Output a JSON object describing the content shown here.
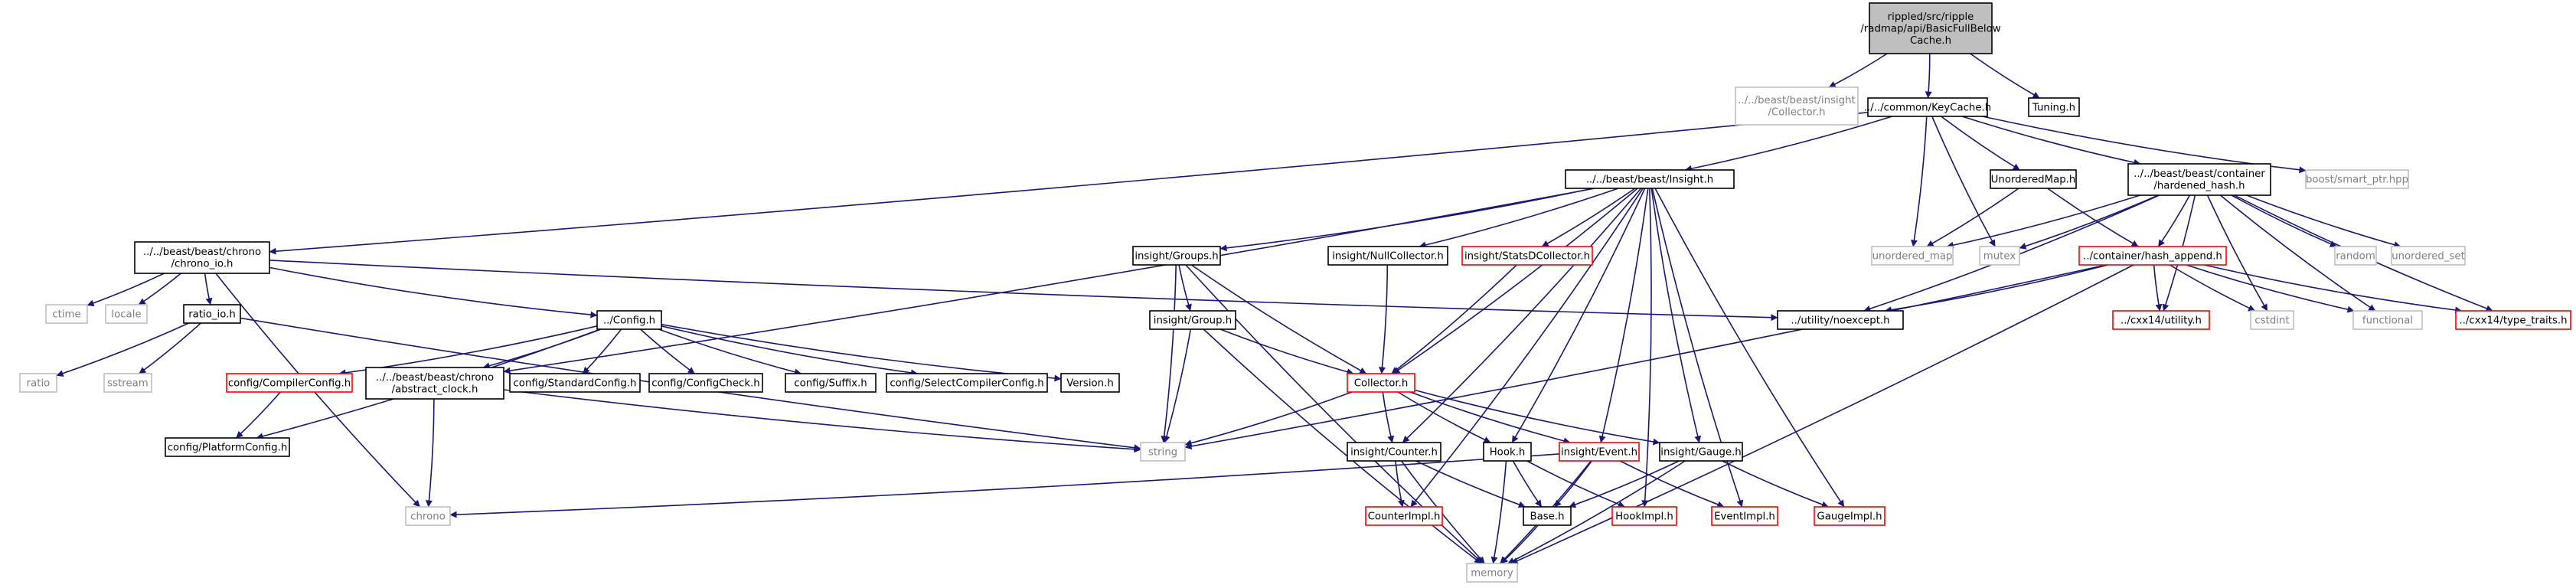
{
  "colors": {
    "edge": "#191970",
    "node_border": "#000000",
    "node_border_external": "#bfbfbf",
    "node_border_truncated": "#ff0000",
    "root_fill": "#bfbfbf",
    "text": "#000000",
    "text_external": "#808080"
  },
  "nodes": [
    {
      "id": "root",
      "label": [
        "rippled/src/ripple",
        "/radmap/api/BasicFullBelow",
        "Cache.h"
      ],
      "kind": "root"
    },
    {
      "id": "insight_collector_top",
      "label": [
        "../../beast/beast/insight",
        "/Collector.h"
      ],
      "kind": "external"
    },
    {
      "id": "keycache",
      "label": [
        "../../common/KeyCache.h"
      ],
      "kind": "normal"
    },
    {
      "id": "tuning",
      "label": [
        "Tuning.h"
      ],
      "kind": "normal"
    },
    {
      "id": "insight_h",
      "label": [
        "../../beast/beast/Insight.h"
      ],
      "kind": "normal"
    },
    {
      "id": "unorderedmap_h",
      "label": [
        "UnorderedMap.h"
      ],
      "kind": "normal"
    },
    {
      "id": "hardened_hash",
      "label": [
        "../../beast/beast/container",
        "/hardened_hash.h"
      ],
      "kind": "normal"
    },
    {
      "id": "boost_smart_ptr",
      "label": [
        "boost/smart_ptr.hpp"
      ],
      "kind": "external"
    },
    {
      "id": "chrono_io",
      "label": [
        "../../beast/beast/chrono",
        "/chrono_io.h"
      ],
      "kind": "normal"
    },
    {
      "id": "insight_groups",
      "label": [
        "insight/Groups.h"
      ],
      "kind": "normal"
    },
    {
      "id": "insight_nullcollector",
      "label": [
        "insight/NullCollector.h"
      ],
      "kind": "normal"
    },
    {
      "id": "insight_statsd",
      "label": [
        "insight/StatsDCollector.h"
      ],
      "kind": "truncated"
    },
    {
      "id": "unordered_map",
      "label": [
        "unordered_map"
      ],
      "kind": "external"
    },
    {
      "id": "mutex",
      "label": [
        "mutex"
      ],
      "kind": "external"
    },
    {
      "id": "hash_append",
      "label": [
        "../container/hash_append.h"
      ],
      "kind": "truncated"
    },
    {
      "id": "random",
      "label": [
        "random"
      ],
      "kind": "external"
    },
    {
      "id": "unordered_set",
      "label": [
        "unordered_set"
      ],
      "kind": "external"
    },
    {
      "id": "ctime",
      "label": [
        "ctime"
      ],
      "kind": "external"
    },
    {
      "id": "locale",
      "label": [
        "locale"
      ],
      "kind": "external"
    },
    {
      "id": "ratio_io",
      "label": [
        "ratio_io.h"
      ],
      "kind": "normal"
    },
    {
      "id": "config_h",
      "label": [
        "../Config.h"
      ],
      "kind": "normal"
    },
    {
      "id": "noexcept",
      "label": [
        "../utility/noexcept.h"
      ],
      "kind": "normal"
    },
    {
      "id": "cxx14_utility",
      "label": [
        "../cxx14/utility.h"
      ],
      "kind": "truncated"
    },
    {
      "id": "cstdint",
      "label": [
        "cstdint"
      ],
      "kind": "external"
    },
    {
      "id": "functional",
      "label": [
        "functional"
      ],
      "kind": "external"
    },
    {
      "id": "cxx14_type_traits",
      "label": [
        "../cxx14/type_traits.h"
      ],
      "kind": "truncated"
    },
    {
      "id": "ratio",
      "label": [
        "ratio"
      ],
      "kind": "external"
    },
    {
      "id": "sstream",
      "label": [
        "sstream"
      ],
      "kind": "external"
    },
    {
      "id": "compiler_config",
      "label": [
        "config/CompilerConfig.h"
      ],
      "kind": "truncated"
    },
    {
      "id": "abstract_clock",
      "label": [
        "../../beast/beast/chrono",
        "/abstract_clock.h"
      ],
      "kind": "normal"
    },
    {
      "id": "standard_config",
      "label": [
        "config/StandardConfig.h"
      ],
      "kind": "normal"
    },
    {
      "id": "config_check",
      "label": [
        "config/ConfigCheck.h"
      ],
      "kind": "normal"
    },
    {
      "id": "config_suffix",
      "label": [
        "config/Suffix.h"
      ],
      "kind": "normal"
    },
    {
      "id": "select_compiler",
      "label": [
        "config/SelectCompilerConfig.h"
      ],
      "kind": "normal"
    },
    {
      "id": "version_h",
      "label": [
        "Version.h"
      ],
      "kind": "normal"
    },
    {
      "id": "insight_group",
      "label": [
        "insight/Group.h"
      ],
      "kind": "normal"
    },
    {
      "id": "collector_h",
      "label": [
        "Collector.h"
      ],
      "kind": "truncated"
    },
    {
      "id": "platform_config",
      "label": [
        "config/PlatformConfig.h"
      ],
      "kind": "normal"
    },
    {
      "id": "string",
      "label": [
        "string"
      ],
      "kind": "external"
    },
    {
      "id": "insight_counter",
      "label": [
        "insight/Counter.h"
      ],
      "kind": "normal"
    },
    {
      "id": "hook_h",
      "label": [
        "Hook.h"
      ],
      "kind": "normal"
    },
    {
      "id": "insight_event",
      "label": [
        "insight/Event.h"
      ],
      "kind": "truncated"
    },
    {
      "id": "insight_gauge",
      "label": [
        "insight/Gauge.h"
      ],
      "kind": "normal"
    },
    {
      "id": "chrono",
      "label": [
        "chrono"
      ],
      "kind": "external"
    },
    {
      "id": "counterimpl",
      "label": [
        "CounterImpl.h"
      ],
      "kind": "truncated"
    },
    {
      "id": "base_h",
      "label": [
        "Base.h"
      ],
      "kind": "normal"
    },
    {
      "id": "hookimpl",
      "label": [
        "HookImpl.h"
      ],
      "kind": "truncated"
    },
    {
      "id": "eventimpl",
      "label": [
        "EventImpl.h"
      ],
      "kind": "truncated"
    },
    {
      "id": "gaugeimpl",
      "label": [
        "GaugeImpl.h"
      ],
      "kind": "truncated"
    },
    {
      "id": "memory",
      "label": [
        "memory"
      ],
      "kind": "external"
    }
  ],
  "edges": [
    [
      "root",
      "insight_collector_top"
    ],
    [
      "root",
      "keycache"
    ],
    [
      "root",
      "tuning"
    ],
    [
      "keycache",
      "chrono_io"
    ],
    [
      "keycache",
      "insight_h"
    ],
    [
      "keycache",
      "unorderedmap_h"
    ],
    [
      "keycache",
      "hardened_hash"
    ],
    [
      "keycache",
      "boost_smart_ptr"
    ],
    [
      "keycache",
      "unordered_map"
    ],
    [
      "keycache",
      "mutex"
    ],
    [
      "insight_h",
      "abstract_clock"
    ],
    [
      "insight_h",
      "insight_groups"
    ],
    [
      "insight_h",
      "insight_nullcollector"
    ],
    [
      "insight_h",
      "insight_statsd"
    ],
    [
      "insight_h",
      "collector_h"
    ],
    [
      "insight_h",
      "insight_counter"
    ],
    [
      "insight_h",
      "hook_h"
    ],
    [
      "insight_h",
      "insight_event"
    ],
    [
      "insight_h",
      "insight_gauge"
    ],
    [
      "insight_h",
      "counterimpl"
    ],
    [
      "insight_h",
      "hookimpl"
    ],
    [
      "insight_h",
      "eventimpl"
    ],
    [
      "insight_h",
      "gaugeimpl"
    ],
    [
      "unorderedmap_h",
      "unordered_map"
    ],
    [
      "unorderedmap_h",
      "hash_append"
    ],
    [
      "hardened_hash",
      "unordered_map"
    ],
    [
      "hardened_hash",
      "mutex"
    ],
    [
      "hardened_hash",
      "hash_append"
    ],
    [
      "hardened_hash",
      "random"
    ],
    [
      "hardened_hash",
      "unordered_set"
    ],
    [
      "hardened_hash",
      "noexcept"
    ],
    [
      "hardened_hash",
      "cxx14_utility"
    ],
    [
      "hardened_hash",
      "cstdint"
    ],
    [
      "hardened_hash",
      "functional"
    ],
    [
      "hardened_hash",
      "cxx14_type_traits"
    ],
    [
      "hash_append",
      "noexcept"
    ],
    [
      "hash_append",
      "cxx14_utility"
    ],
    [
      "hash_append",
      "cstdint"
    ],
    [
      "hash_append",
      "functional"
    ],
    [
      "hash_append",
      "cxx14_type_traits"
    ],
    [
      "hash_append",
      "string"
    ],
    [
      "hash_append",
      "memory"
    ],
    [
      "chrono_io",
      "ctime"
    ],
    [
      "chrono_io",
      "locale"
    ],
    [
      "chrono_io",
      "ratio_io"
    ],
    [
      "chrono_io",
      "config_h"
    ],
    [
      "chrono_io",
      "noexcept"
    ],
    [
      "chrono_io",
      "chrono"
    ],
    [
      "ratio_io",
      "ratio"
    ],
    [
      "ratio_io",
      "sstream"
    ],
    [
      "ratio_io",
      "string"
    ],
    [
      "config_h",
      "compiler_config"
    ],
    [
      "config_h",
      "abstract_clock"
    ],
    [
      "config_h",
      "standard_config"
    ],
    [
      "config_h",
      "config_check"
    ],
    [
      "config_h",
      "config_suffix"
    ],
    [
      "config_h",
      "select_compiler"
    ],
    [
      "config_h",
      "version_h"
    ],
    [
      "config_h",
      "platform_config"
    ],
    [
      "compiler_config",
      "platform_config"
    ],
    [
      "abstract_clock",
      "chrono"
    ],
    [
      "abstract_clock",
      "string"
    ],
    [
      "insight_groups",
      "insight_group"
    ],
    [
      "insight_groups",
      "collector_h"
    ],
    [
      "insight_groups",
      "string"
    ],
    [
      "insight_groups",
      "memory"
    ],
    [
      "insight_nullcollector",
      "collector_h"
    ],
    [
      "insight_statsd",
      "collector_h"
    ],
    [
      "insight_group",
      "collector_h"
    ],
    [
      "insight_group",
      "string"
    ],
    [
      "insight_group",
      "memory"
    ],
    [
      "collector_h",
      "string"
    ],
    [
      "collector_h",
      "insight_counter"
    ],
    [
      "collector_h",
      "hook_h"
    ],
    [
      "collector_h",
      "insight_event"
    ],
    [
      "collector_h",
      "insight_gauge"
    ],
    [
      "insight_counter",
      "counterimpl"
    ],
    [
      "insight_counter",
      "base_h"
    ],
    [
      "insight_counter",
      "memory"
    ],
    [
      "hook_h",
      "base_h"
    ],
    [
      "hook_h",
      "hookimpl"
    ],
    [
      "hook_h",
      "memory"
    ],
    [
      "insight_event",
      "chrono"
    ],
    [
      "insight_event",
      "base_h"
    ],
    [
      "insight_event",
      "eventimpl"
    ],
    [
      "insight_event",
      "memory"
    ],
    [
      "insight_gauge",
      "base_h"
    ],
    [
      "insight_gauge",
      "gaugeimpl"
    ],
    [
      "insight_gauge",
      "memory"
    ],
    [
      "base_h",
      "memory"
    ]
  ]
}
